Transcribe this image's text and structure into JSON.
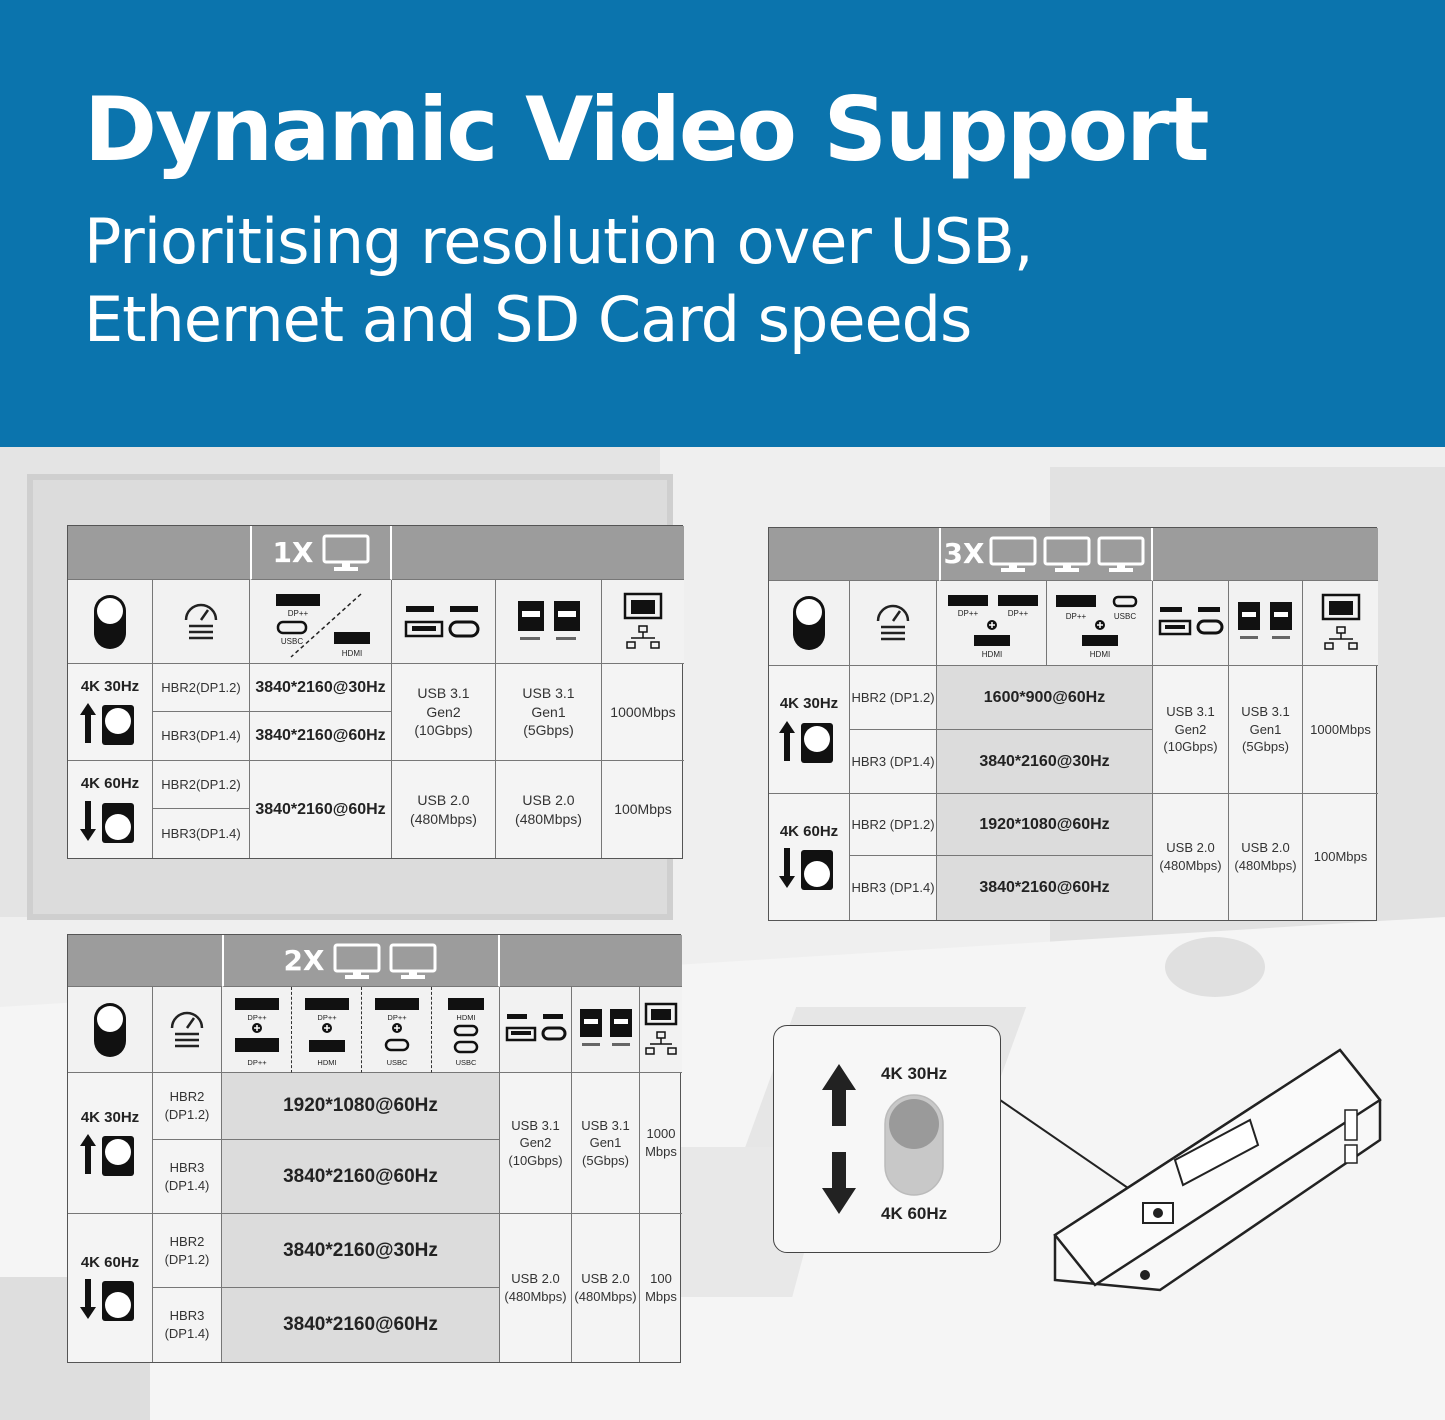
{
  "header": {
    "title": "Dynamic Video Support",
    "subtitle_line1": "Prioritising resolution over USB,",
    "subtitle_line2": "Ethernet and SD Card speeds"
  },
  "colors": {
    "brand_blue": "#0b74ad",
    "table_header_gray": "#9c9c9c"
  },
  "icons": {
    "switch": "switch-icon",
    "bandwidth": "bandwidth-gauge-icon",
    "monitor": "monitor-icon",
    "usb_a": "usb-a-port-icon",
    "usb_c": "usb-c-port-icon",
    "ethernet": "ethernet-port-icon",
    "arrow_up": "arrow-up-icon",
    "arrow_down": "arrow-down-icon"
  },
  "table1x": {
    "title": "1X",
    "port_labels": {
      "dp": "DP++",
      "usbc": "USBC",
      "hdmi": "HDMI"
    },
    "rows": {
      "mode30": "4K 30Hz",
      "mode60": "4K 60Hz",
      "r30a_bw": "HBR2(DP1.2)",
      "r30a_res": "3840*2160@30Hz",
      "r30b_bw": "HBR3(DP1.4)",
      "r30b_res": "3840*2160@60Hz",
      "r30_usb1": "USB 3.1 Gen2 (10Gbps)",
      "r30_usb2": "USB 3.1 Gen1 (5Gbps)",
      "r30_eth": "1000Mbps",
      "r60a_bw": "HBR2(DP1.2)",
      "r60b_bw": "HBR3(DP1.4)",
      "r60_res": "3840*2160@60Hz",
      "r60_usb1": "USB 2.0 (480Mbps)",
      "r60_usb2": "USB 2.0 (480Mbps)",
      "r60_eth": "100Mbps"
    }
  },
  "table3x": {
    "title": "3X",
    "port_labels": {
      "dp": "DP++",
      "usbc": "USBC",
      "hdmi": "HDMI"
    },
    "rows": {
      "mode30": "4K 30Hz",
      "mode60": "4K 60Hz",
      "r30a_bw": "HBR2 (DP1.2)",
      "r30a_res": "1600*900@60Hz",
      "r30b_bw": "HBR3 (DP1.4)",
      "r30b_res": "3840*2160@30Hz",
      "r30_usb1": "USB 3.1 Gen2 (10Gbps)",
      "r30_usb2": "USB 3.1 Gen1 (5Gbps)",
      "r30_eth": "1000Mbps",
      "r60a_bw": "HBR2 (DP1.2)",
      "r60a_res": "1920*1080@60Hz",
      "r60b_bw": "HBR3 (DP1.4)",
      "r60b_res": "3840*2160@60Hz",
      "r60_usb1": "USB 2.0 (480Mbps)",
      "r60_usb2": "USB 2.0 (480Mbps)",
      "r60_eth": "100Mbps"
    }
  },
  "table2x": {
    "title": "2X",
    "port_labels": {
      "dp": "DP++",
      "usbc": "USBC",
      "hdmi": "HDMI"
    },
    "rows": {
      "mode30": "4K 30Hz",
      "mode60": "4K 60Hz",
      "r30a_bw": "HBR2 (DP1.2)",
      "r30a_res": "1920*1080@60Hz",
      "r30b_bw": "HBR3 (DP1.4)",
      "r30b_res": "3840*2160@60Hz",
      "r30_usb1": "USB 3.1 Gen2 (10Gbps)",
      "r30_usb2": "USB 3.1 Gen1 (5Gbps)",
      "r30_eth": "1000 Mbps",
      "r60a_bw": "HBR2 (DP1.2)",
      "r60a_res": "3840*2160@30Hz",
      "r60b_bw": "HBR3 (DP1.4)",
      "r60b_res": "3840*2160@60Hz",
      "r60_usb1": "USB 2.0 (480Mbps)",
      "r60_usb2": "USB 2.0 (480Mbps)",
      "r60_eth": "100 Mbps"
    }
  },
  "callout": {
    "top_label": "4K 30Hz",
    "bottom_label": "4K 60Hz"
  }
}
